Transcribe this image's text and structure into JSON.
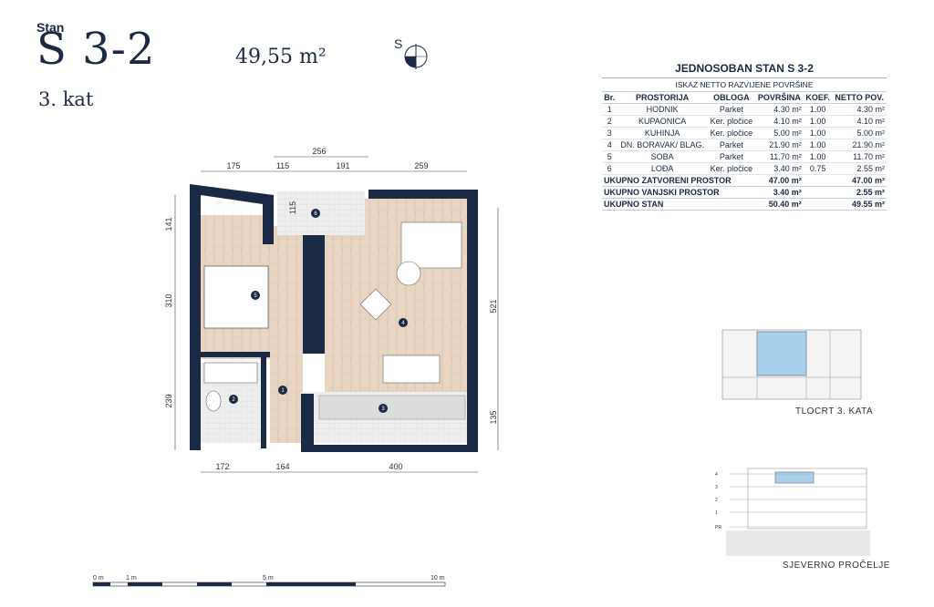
{
  "header": {
    "stan_word": "Stan",
    "code": "S 3-2",
    "area": "49,55 m²",
    "floor": "3. kat",
    "compass_letter": "S"
  },
  "table": {
    "title": "JEDNOSOBAN STAN S 3-2",
    "subtitle": "ISKAZ NETTO RAZVIJENE POVRŠINE",
    "columns": [
      "Br.",
      "PROSTORIJA",
      "OBLOGA",
      "POVRŠINA",
      "KOEF.",
      "NETTO POV."
    ],
    "rows": [
      {
        "br": "1",
        "name": "HODNIK",
        "obloga": "Parket",
        "povrsina": "4.30 m²",
        "koef": "1.00",
        "netto": "4.30 m²"
      },
      {
        "br": "2",
        "name": "KUPAONICA",
        "obloga": "Ker. pločice",
        "povrsina": "4.10 m²",
        "koef": "1.00",
        "netto": "4.10 m²"
      },
      {
        "br": "3",
        "name": "KUHINJA",
        "obloga": "Ker. pločice",
        "povrsina": "5.00 m²",
        "koef": "1.00",
        "netto": "5.00 m²"
      },
      {
        "br": "4",
        "name": "DN. BORAVAK/ BLAG.",
        "obloga": "Parket",
        "povrsina": "21.90 m²",
        "koef": "1.00",
        "netto": "21.90 m²"
      },
      {
        "br": "5",
        "name": "SOBA",
        "obloga": "Parket",
        "povrsina": "11.70 m²",
        "koef": "1.00",
        "netto": "11.70 m²"
      },
      {
        "br": "6",
        "name": "LOĐA",
        "obloga": "Ker. pločice",
        "povrsina": "3.40 m²",
        "koef": "0.75",
        "netto": "2.55 m²"
      }
    ],
    "totals": [
      {
        "label": "UKUPNO ZATVORENI PROSTOR",
        "povrsina": "47.00 m²",
        "netto": "47.00 m²"
      },
      {
        "label": "UKUPNO VANJSKI PROSTOR",
        "povrsina": "3.40 m²",
        "netto": "2.55 m²"
      },
      {
        "label": "UKUPNO STAN",
        "povrsina": "50.40 m²",
        "netto": "49.55 m²"
      }
    ]
  },
  "plan": {
    "dims_top": [
      "175",
      "115",
      "191",
      "259"
    ],
    "dim_top_upper": "256",
    "dims_bottom": [
      "172",
      "164",
      "400"
    ],
    "dims_left": [
      "141",
      "310",
      "239"
    ],
    "dims_right": [
      "521",
      "135"
    ],
    "dim_loggia": "115",
    "room_markers": [
      "1",
      "2",
      "3",
      "4",
      "5",
      "6"
    ]
  },
  "captions": {
    "floor_plan": "TLOCRT 3. KATA",
    "elevation": "SJEVERNO PROČELJE"
  },
  "elevation_levels": [
    "4",
    "3",
    "2",
    "1",
    "PR"
  ],
  "scale_bar": {
    "labels": [
      "0 m",
      "1 m",
      "5 m",
      "10 m"
    ]
  },
  "colors": {
    "navy": "#1b2a44",
    "floor_wood": "#e8d5c4",
    "highlight": "#a9d0ea"
  }
}
